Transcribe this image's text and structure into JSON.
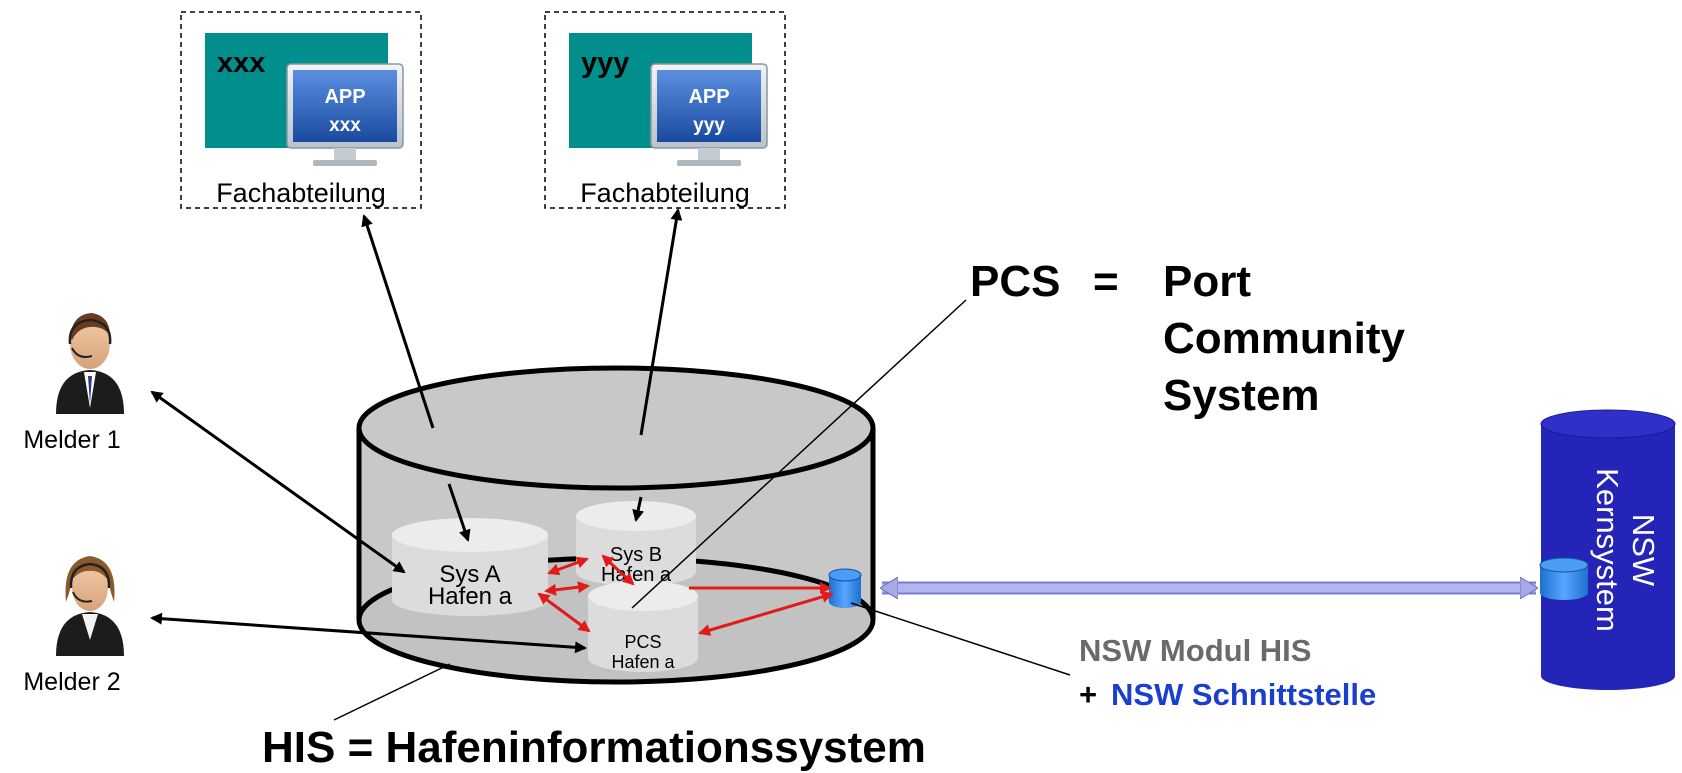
{
  "departments": [
    {
      "screen_label": "xxx",
      "app_label": "APP",
      "app_sub": "xxx",
      "caption": "Fachabteilung"
    },
    {
      "screen_label": "yyy",
      "app_label": "APP",
      "app_sub": "yyy",
      "caption": "Fachabteilung"
    }
  ],
  "reporters": [
    {
      "label": "Melder 1"
    },
    {
      "label": "Melder 2"
    }
  ],
  "pcs": {
    "abbr": "PCS",
    "eq": "=",
    "line1": "Port",
    "line2": "Community",
    "line3": "System"
  },
  "his": {
    "label": "HIS = Hafeninformationssystem"
  },
  "inner_dbs": {
    "sys_a": {
      "line1": "Sys A",
      "line2": "Hafen a"
    },
    "sys_b": {
      "line1": "Sys B",
      "line2": "Hafen a"
    },
    "pcs_db": {
      "line1": "PCS",
      "line2": "Hafen a"
    }
  },
  "nsw": {
    "module": "NSW Modul HIS",
    "plus": "+",
    "interface": "NSW Schnittstelle",
    "core_line1": "NSW",
    "core_line2": "Kernsystem"
  },
  "colors": {
    "teal": "#008f8c",
    "app_blue": "#1f5bb5",
    "cylinder_gray": "#c8c8c8",
    "db_gray": "#dcdcdc",
    "nsw_blue": "#2424b8",
    "nsw_text_gray": "#6a6a6a",
    "nsw_text_blue": "#1a3fcf",
    "red_arrow": "#e11a1a",
    "pipe": "#a9a9e8"
  }
}
